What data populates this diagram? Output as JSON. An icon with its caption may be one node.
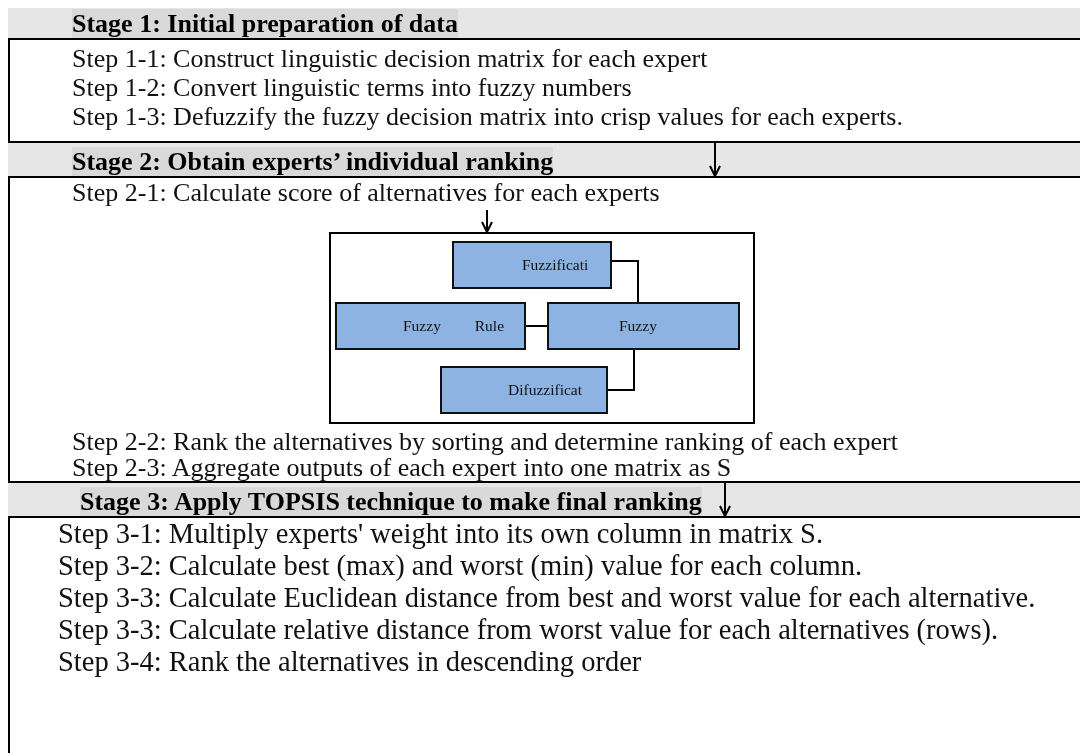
{
  "diagram": {
    "nodes": [
      {
        "text": [
          "Stage 1: Initial preparation of data"
        ]
      },
      {
        "text": [
          "Step 1-1: Construct linguistic decision matrix for each expert",
          "Step 1-2: Convert linguistic terms into fuzzy numbers",
          "Step 1-3: Defuzzify the fuzzy decision matrix into crisp values for each experts."
        ]
      },
      {
        "text": [
          "Stage 2: Obtain experts’ individual ranking"
        ]
      },
      {
        "text": [
          "Step 2-1: Calculate score of alternatives for each experts",
          "Step 2-2: Rank the alternatives by sorting and determine ranking of each expert",
          "Step 2-3: Aggregate outputs of each expert into one matrix as S"
        ]
      },
      {
        "text": [],
        "shape": "box",
        "in": 3
      },
      {
        "text": [
          "Fuzzificati"
        ],
        "in": 4
      },
      {
        "text": [
          "Fuzzy Rule"
        ],
        "in": 4
      },
      {
        "text": [
          "Fuzzy"
        ],
        "in": 4
      },
      {
        "text": [
          "Difuzzificat"
        ],
        "in": 4
      },
      {
        "text": [
          "Stage 3: Apply TOPSIS technique to make final ranking"
        ]
      },
      {
        "text": [
          "Step 3-1: Multiply experts' weight into its own column in matrix S.",
          "Step 3-2: Calculate best (max) and worst (min) value for each column.",
          "Step 3-3: Calculate Euclidean distance from best and worst value for each alternative.",
          "Step 3-3: Calculate relative distance from worst value for each alternatives (rows).",
          "Step 3-4: Rank the alternatives in descending order"
        ]
      }
    ],
    "edges": [
      {
        "from": 1,
        "to": 3,
        "arrow": "to"
      },
      {
        "from": null,
        "to": 4,
        "arrow": "to"
      },
      {
        "from": 5,
        "to": 7,
        "arrow": "none"
      },
      {
        "from": 6,
        "to": 7,
        "arrow": "none"
      },
      {
        "from": 7,
        "to": 8,
        "arrow": "none"
      },
      {
        "from": 3,
        "to": 10,
        "arrow": "to"
      }
    ]
  }
}
